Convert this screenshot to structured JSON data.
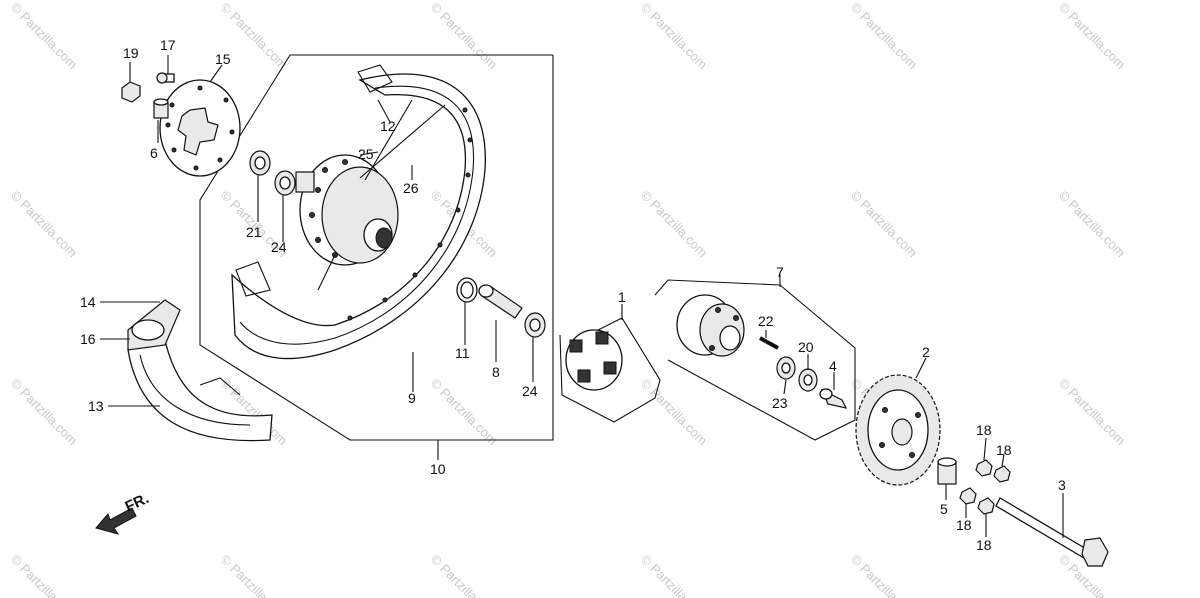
{
  "diagram": {
    "watermark_text": "© Partzilla.com",
    "direction_label": "FR.",
    "callouts": {
      "c1": "1",
      "c2": "2",
      "c3": "3",
      "c4": "4",
      "c5": "5",
      "c6": "6",
      "c7": "7",
      "c8": "8",
      "c9": "9",
      "c10": "10",
      "c11": "11",
      "c12": "12",
      "c13": "13",
      "c14": "14",
      "c15": "15",
      "c16": "16",
      "c17": "17",
      "c18a": "18",
      "c18b": "18",
      "c18c": "18",
      "c18d": "18",
      "c19": "19",
      "c20": "20",
      "c21": "21",
      "c22": "22",
      "c23": "23",
      "c24a": "24",
      "c24b": "24",
      "c25": "25",
      "c26": "26"
    },
    "colors": {
      "line": "#111111",
      "watermark": "#c9c9c9",
      "background": "#ffffff"
    }
  }
}
